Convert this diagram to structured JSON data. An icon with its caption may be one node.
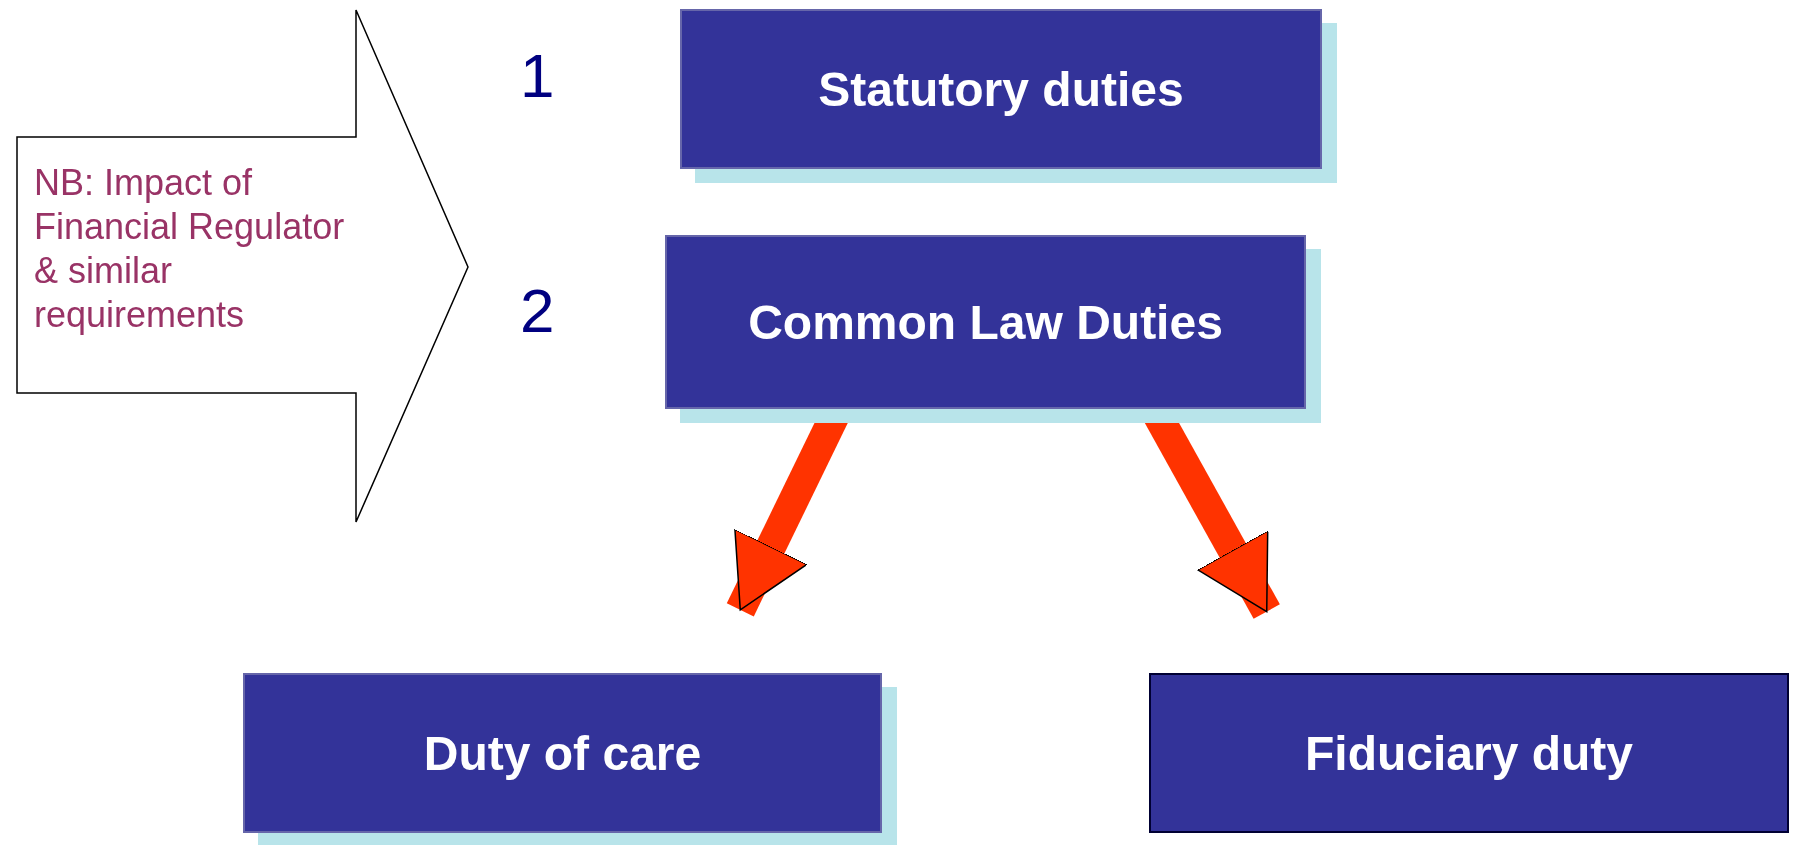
{
  "diagram": {
    "nodes": [
      {
        "text": [
          "NB: Impact of Financial Regulator & similar requirements"
        ]
      },
      {
        "text": [
          "Statutory duties"
        ]
      },
      {
        "text": [
          "Common Law Duties"
        ]
      },
      {
        "text": [
          "Duty of care"
        ]
      },
      {
        "text": [
          "Fiduciary duty"
        ]
      }
    ],
    "edges": [
      {
        "from": 2,
        "to": 3,
        "arrow": "to"
      },
      {
        "from": 2,
        "to": 4,
        "arrow": "to"
      }
    ],
    "labels": [
      "1",
      "2"
    ]
  }
}
